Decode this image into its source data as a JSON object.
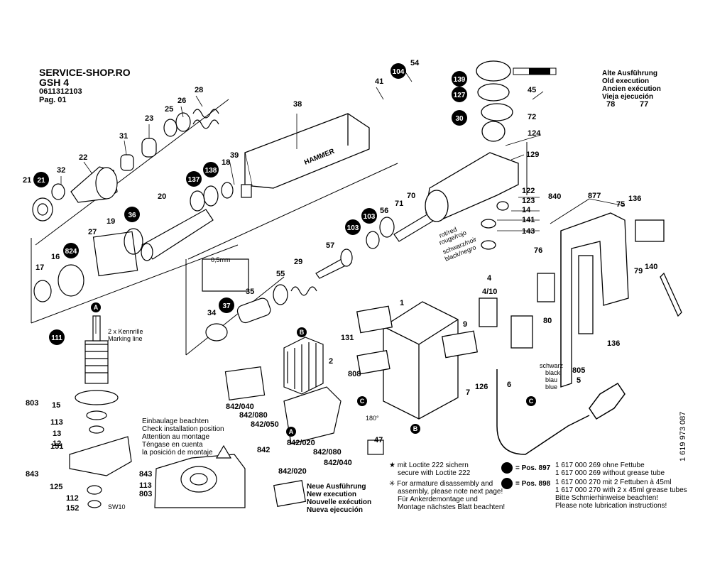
{
  "header": {
    "shop": "SERVICE-SHOP.RO",
    "model": "GSH 4",
    "part_number": "0611312103",
    "page": "Pag. 01"
  },
  "old_execution": [
    "Alte Ausführung",
    "Old execution",
    "Ancien exécution",
    "Vieja ejecución"
  ],
  "new_execution": [
    "Neue Ausführung",
    "New execution",
    "Nouvelle exécution",
    "Nueva ejecución"
  ],
  "install_note": [
    "Einbaulage beachten",
    "Check installation position",
    "Attention au montage",
    "Téngase en cuenta",
    "la posición de montaje"
  ],
  "marking_note": [
    "2 x Kennrille",
    "Marking line"
  ],
  "wire_colors_a": [
    "rot/red",
    "rouge/rojo"
  ],
  "wire_colors_b": [
    "schwarz/noir",
    "black/negro"
  ],
  "wire_colors_c": [
    "schwarz",
    "black",
    "blau",
    "blue"
  ],
  "hammer_label": "HAMMER",
  "dim_label": "0,5mm",
  "angle_label": "180°",
  "sw_label": "SW10",
  "loctite_note": [
    "mit Loctite 222 sichern",
    "secure with Loctite 222"
  ],
  "armature_note": [
    "For armature disassembly and",
    "assembly, please note next page!",
    "Für Ankerdemontage und",
    "Montage nächstes Blatt beachten!"
  ],
  "grease_note_897": {
    "label": "= Pos. 897",
    "lines": [
      "1 617 000 269 ohne Fettube",
      "1 617 000 269 without grease tube"
    ]
  },
  "grease_note_898": {
    "label": "= Pos. 898",
    "lines": [
      "1 617 000 270 mit 2 Fettuben à 45ml",
      "1 617 000 270 with 2 x 45ml grease tubes",
      "Bitte Schmierhinweise beachten!",
      "Please note lubrication instructions!"
    ]
  },
  "doc_number": "1 619 973 087",
  "part_labels": [
    "54",
    "41",
    "38",
    "28",
    "26",
    "25",
    "23",
    "31",
    "22",
    "32",
    "21",
    "18",
    "39",
    "20",
    "36",
    "19",
    "27",
    "824",
    "16",
    "17",
    "137",
    "138",
    "45",
    "72",
    "124",
    "129",
    "840",
    "122",
    "123",
    "141",
    "143",
    "14",
    "70",
    "71",
    "56",
    "103",
    "57",
    "55",
    "29",
    "35",
    "34",
    "37",
    "78",
    "77",
    "877",
    "75",
    "136",
    "76",
    "79",
    "140",
    "80",
    "4",
    "4/10",
    "9",
    "1",
    "131",
    "808",
    "2",
    "7",
    "126",
    "6",
    "805",
    "5",
    "15",
    "113",
    "13",
    "12",
    "151",
    "843",
    "125",
    "112",
    "152",
    "803",
    "111",
    "842",
    "842/040",
    "842/080",
    "842/050",
    "842/020",
    "47"
  ],
  "circled_labels": [
    "104",
    "139",
    "127",
    "30",
    "21",
    "137",
    "138",
    "36",
    "824",
    "103",
    "111",
    "37"
  ],
  "marker_labels": [
    "A",
    "B",
    "C"
  ],
  "colors": {
    "ink": "#000000",
    "paper": "#ffffff",
    "shade": "#9a9a9a"
  }
}
